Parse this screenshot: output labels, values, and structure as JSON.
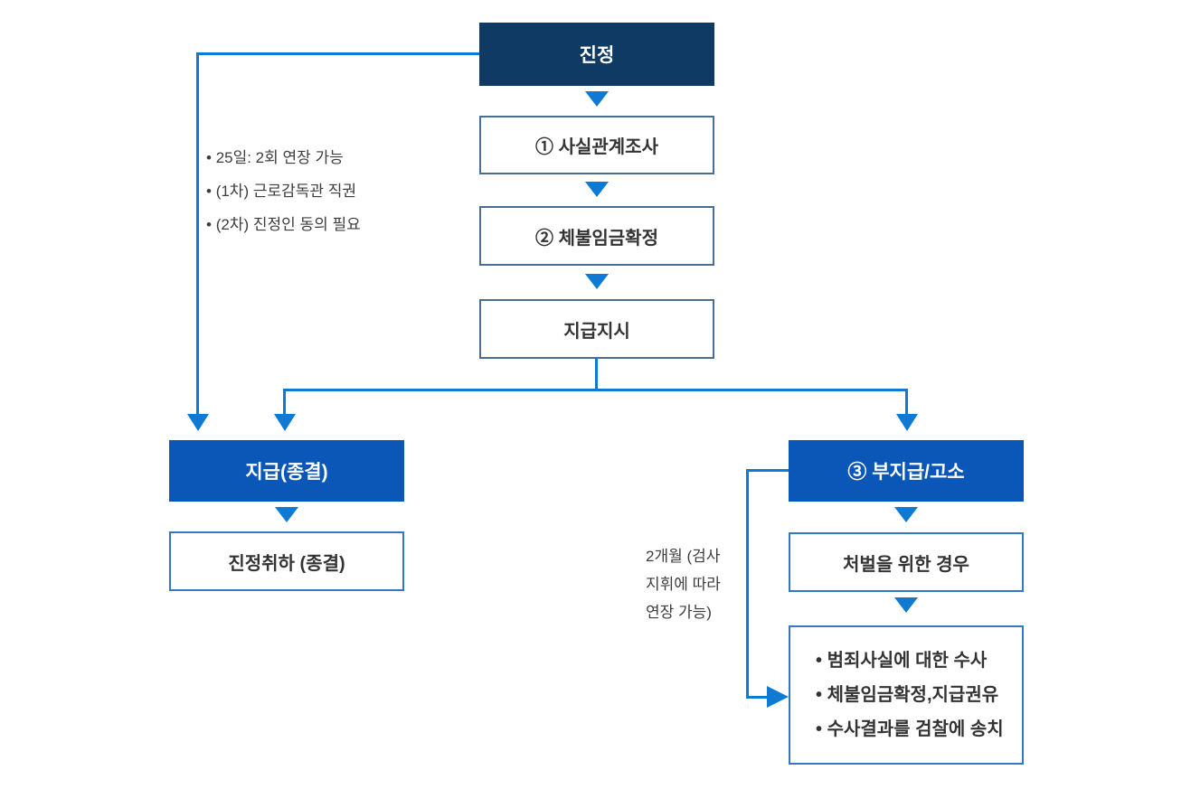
{
  "colors": {
    "dark_navy": "#0e3a63",
    "primary_blue": "#0b57b8",
    "connector_blue": "#0e7ad3",
    "muted_box_border": "#4a6d95",
    "bright_box_border": "#3576c9",
    "text_dark": "#3d3d3d"
  },
  "nodes": {
    "petition": {
      "label": "진정"
    },
    "fact_investigation": {
      "label": "① 사실관계조사"
    },
    "wage_confirmation": {
      "label": "② 체불임금확정"
    },
    "payment_order": {
      "label": "지급지시"
    },
    "payment_closed": {
      "label": "지급(종결)"
    },
    "withdrawal": {
      "label": "진정취하 (종결)"
    },
    "nonpayment_accusation": {
      "label": "③ 부지급/고소"
    },
    "punishment_case": {
      "label": "처벌을 위한 경우"
    },
    "investigation_steps": {
      "items": [
        "범죄사실에 대한 수사",
        "체불임금확정,지급권유",
        "수사결과를 검찰에 송치"
      ]
    }
  },
  "annotations": {
    "left_note": {
      "items": [
        "25일: 2회 연장 가능",
        "(1차) 근로감독관 직권",
        "(2차) 진정인 동의 필요"
      ]
    },
    "right_note": {
      "lines": [
        "2개월 (검사",
        "지휘에 따라",
        "연장 가능)"
      ]
    }
  }
}
